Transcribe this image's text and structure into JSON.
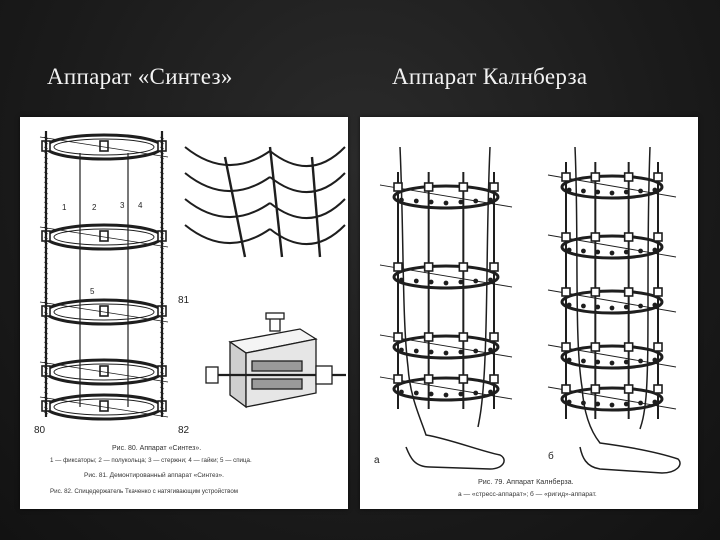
{
  "slide": {
    "title_left": "Аппарат «Синтез»",
    "title_right": "Аппарат Калнберза"
  },
  "left_panel": {
    "fig_labels": [
      "80",
      "81",
      "82"
    ],
    "part_numbers": [
      "1",
      "2",
      "3",
      "4",
      "5"
    ],
    "caption_lines": [
      "Рис. 80. Аппарат «Синтез».",
      "1 — фиксаторы; 2 — полукольца; 3 — стержни; 4 — гайки; 5 — спица.",
      "Рис. 81. Демонтированный аппарат «Синтез».",
      "Рис. 82. Спицедержатель Ткаченко с натягивающим устройством"
    ]
  },
  "right_panel": {
    "fig_labels": [
      "а",
      "б"
    ],
    "caption_lines": [
      "Рис. 79. Аппарат Калнберза.",
      "а — «стресс-аппарат»; б — «ригид»-аппарат."
    ]
  },
  "colors": {
    "background": "#1b1b1b",
    "title_text": "#f2f2f2",
    "panel_bg": "#ffffff",
    "ink": "#1e1e1e"
  }
}
